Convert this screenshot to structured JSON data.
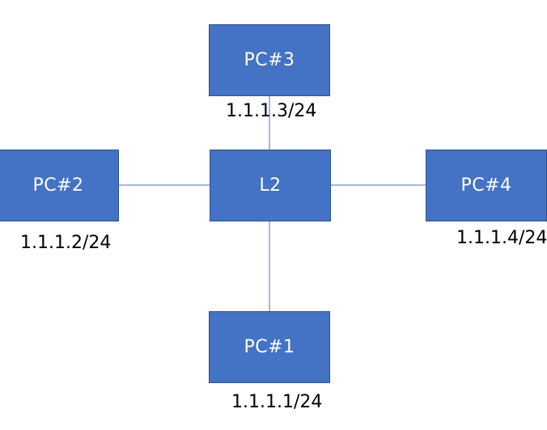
{
  "colors": {
    "node_fill": "#4472c4",
    "node_border": "#2f528f",
    "link": "#4472c4",
    "node_text": "#ffffff",
    "label_text": "#000000"
  },
  "nodes": {
    "pc3": {
      "label": "PC#3",
      "address": "1.1.1.3/24"
    },
    "l2": {
      "label": "L2"
    },
    "pc2": {
      "label": "PC#2",
      "address": "1.1.1.2/24"
    },
    "pc4": {
      "label": "PC#4",
      "address": "1.1.1.4/24"
    },
    "pc1": {
      "label": "PC#1",
      "address": "1.1.1.1/24"
    }
  },
  "links": [
    {
      "from": "l2",
      "to": "pc3"
    },
    {
      "from": "l2",
      "to": "pc2"
    },
    {
      "from": "l2",
      "to": "pc4"
    },
    {
      "from": "l2",
      "to": "pc1"
    }
  ]
}
